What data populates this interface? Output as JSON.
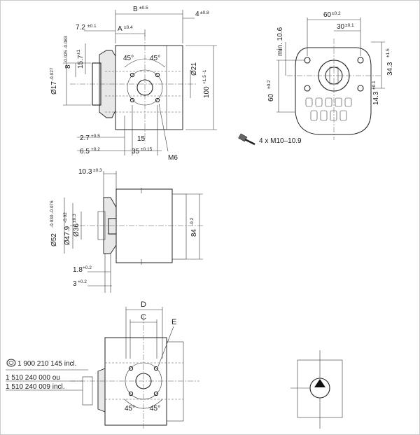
{
  "views": {
    "top": {
      "B": "B",
      "B_tol": "±0.5",
      "A": "A",
      "A_tol": "±0.4",
      "d4": "4",
      "d4_tol": "±0.8",
      "d72": "7.2",
      "d72_tol": "±0.1",
      "d8": "8",
      "d8_tol": "-0.025 -0.083",
      "d157": "15.7",
      "d157_tol": "±1",
      "d17": "Ø17",
      "d17_tol": "-0.027",
      "ang1": "45°",
      "ang2": "45°",
      "d21": "Ø21",
      "d100": "100",
      "d100_tol": "+1.5 -1",
      "d27": "2.7",
      "d27_tol": "+0.5",
      "d15": "15",
      "d65": "6.5",
      "d65_tol": "+0.2",
      "d35": "35",
      "d35_tol": "±0.15",
      "m6": "M6"
    },
    "flange": {
      "d60": "60",
      "d60_tol": "±0.2",
      "d30": "30",
      "d30_tol": "±0.1",
      "min106": "min. 10.6",
      "d343": "34.3",
      "d343_tol": "±1.5",
      "d60v": "60",
      "d60v_tol": "±0.2",
      "d143": "14.3",
      "d143_tol": "±0.1",
      "screws": "4 x M10–10.9"
    },
    "side": {
      "d103": "10.3",
      "d103_tol": "±0.3",
      "d52": "Ø52",
      "d52_tol": "-0.030 -0.076",
      "d479": "Ø47.9",
      "d479_tol": "-0.02",
      "d36": "Ø36",
      "d36_tol": "±0.3",
      "d84": "84",
      "d84_tol": "-0.2",
      "d18": "1.8",
      "d18_tol": "+0.2",
      "d3": "3",
      "d3_tol": "+0.2"
    },
    "bottom": {
      "D": "D",
      "C": "C",
      "E": "E",
      "ang1": "45°",
      "ang2": "45°"
    },
    "parts": {
      "p1": "1 900 210 145 incl.",
      "p2": "1 510 240 000 ou",
      "p3": "1 510 240 009 incl."
    }
  }
}
